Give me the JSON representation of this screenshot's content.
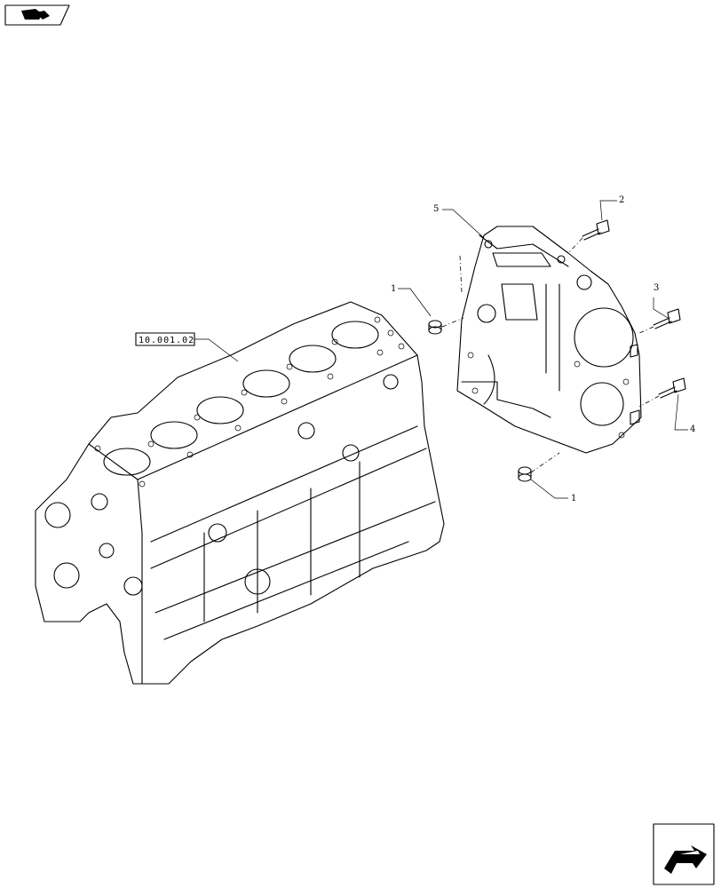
{
  "header": {
    "icon": "book-open-icon"
  },
  "reference": {
    "label": "10.001.02"
  },
  "callouts": [
    {
      "id": "callout-1a",
      "label": "1"
    },
    {
      "id": "callout-2",
      "label": "2"
    },
    {
      "id": "callout-3",
      "label": "3"
    },
    {
      "id": "callout-4",
      "label": "4"
    },
    {
      "id": "callout-1b",
      "label": "1"
    },
    {
      "id": "callout-5",
      "label": "5"
    }
  ],
  "footer": {
    "icon": "next-page-arrow-icon"
  }
}
